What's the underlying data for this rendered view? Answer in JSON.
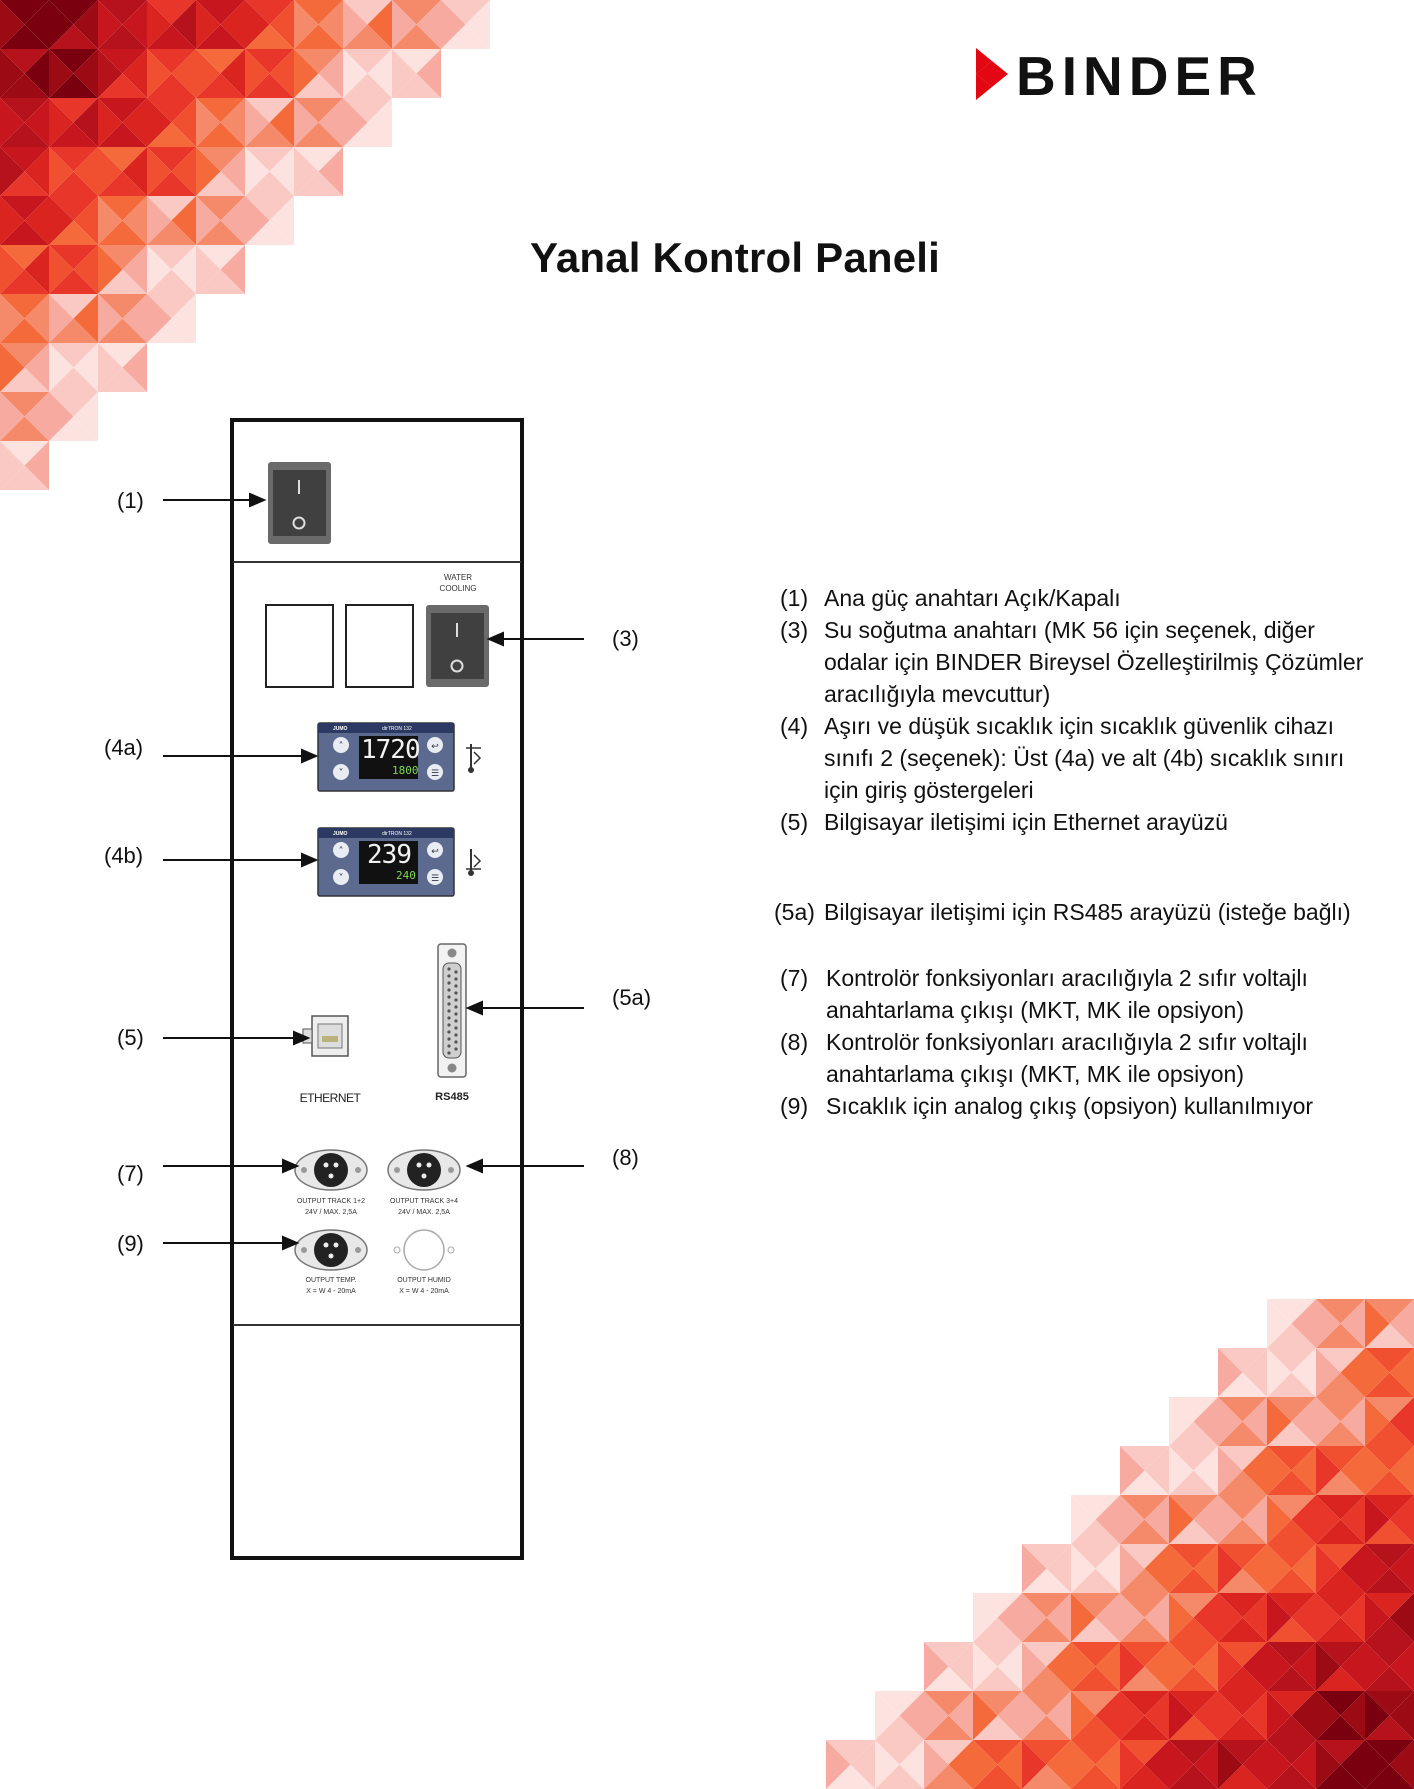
{
  "brand": {
    "logo_text": "BINDER",
    "accent": "#e30613"
  },
  "title": "Yanal Kontrol Paneli",
  "panel": {
    "water_cooling_label": "WATER COOLING",
    "ethernet_label": "ETHERNET",
    "rs485_label": "RS485",
    "controller_brand": "JUMO",
    "controller_model": "dtrTRON 132",
    "display_4a_main": "1720",
    "display_4a_sub": "1800",
    "display_4b_main": "239",
    "display_4b_sub": "240",
    "output_track_12": "OUTPUT TRACK 1+2",
    "output_track_12_spec": "24V / MAX. 2,5A",
    "output_track_34": "OUTPUT TRACK 3+4",
    "output_track_34_spec": "24V / MAX. 2,5A",
    "output_temp": "OUTPUT TEMP.",
    "output_temp_spec": "X = W 4 - 20mA",
    "output_humid": "OUTPUT HUMID",
    "output_humid_spec": "X = W 4 - 20mA"
  },
  "callouts": {
    "c1": "(1)",
    "c3": "(3)",
    "c4a": "(4a)",
    "c4b": "(4b)",
    "c5": "(5)",
    "c5a": "(5a)",
    "c7": "(7)",
    "c8": "(8)",
    "c9": "(9)"
  },
  "legend": [
    {
      "num": "(1)",
      "text": "Ana güç anahtarı Açık/Kapalı"
    },
    {
      "num": "(3)",
      "text": "Su soğutma anahtarı (MK 56 için seçenek, diğer odalar için BINDER Bireysel Özelleştirilmiş Çözümler aracılığıyla mevcuttur)"
    },
    {
      "num": "(4)",
      "text": "Aşırı ve düşük sıcaklık için sıcaklık güvenlik cihazı sınıfı 2 (seçenek): Üst (4a) ve alt (4b) sıcaklık sınırı için giriş göstergeleri"
    },
    {
      "num": "(5)",
      "text": "Bilgisayar iletişimi için Ethernet arayüzü"
    },
    {
      "num": "(5a)",
      "text": "Bilgisayar iletişimi için RS485 arayüzü (isteğe bağlı)"
    },
    {
      "num": "(7)",
      "text": "Kontrolör fonksiyonları aracılığıyla 2 sıfır voltajlı anahtarlama çıkışı (MKT, MK ile opsiyon)"
    },
    {
      "num": "(8)",
      "text": "Kontrolör fonksiyonları aracılığıyla 2 sıfır voltajlı anahtarlama çıkışı (MKT, MK ile opsiyon)"
    },
    {
      "num": "(9)",
      "text": "Sıcaklık için analog çıkış (opsiyon) kullanılmıyor"
    }
  ]
}
